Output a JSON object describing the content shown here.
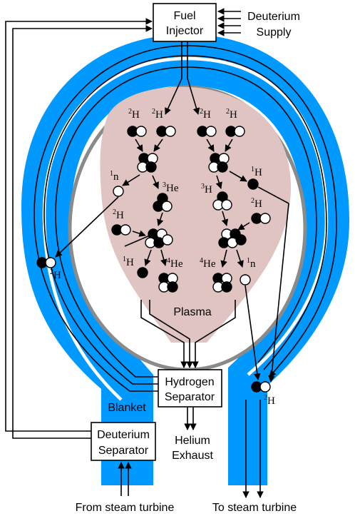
{
  "colors": {
    "blanket": "#0099ff",
    "plasma": "#dfc4c2",
    "chamber_wall": "#8a8a8a",
    "proton": "#000000",
    "neutron": "#ffffff"
  },
  "boxes": {
    "fuel_injector": [
      "Fuel",
      "Injector"
    ],
    "hydrogen_separator": [
      "Hydrogen",
      "Separator"
    ],
    "deuterium_separator": [
      "Deuterium",
      "Separator"
    ]
  },
  "labels": {
    "deuterium_supply": [
      "Deuterium",
      "Supply"
    ],
    "blanket": "Blanket",
    "plasma": "Plasma",
    "helium_exhaust": [
      "Helium",
      "Exhaust"
    ],
    "from_turbine": "From steam turbine",
    "to_turbine": "To steam turbine"
  },
  "isotopes": {
    "deuterium": {
      "mass": "2",
      "symbol": "H"
    },
    "hydrogen": {
      "mass": "1",
      "symbol": "H"
    },
    "helium3": {
      "mass": "3",
      "symbol": "He"
    },
    "helium4": {
      "mass": "4",
      "symbol": "He"
    },
    "neutron": {
      "mass": "1",
      "symbol": "n"
    }
  }
}
